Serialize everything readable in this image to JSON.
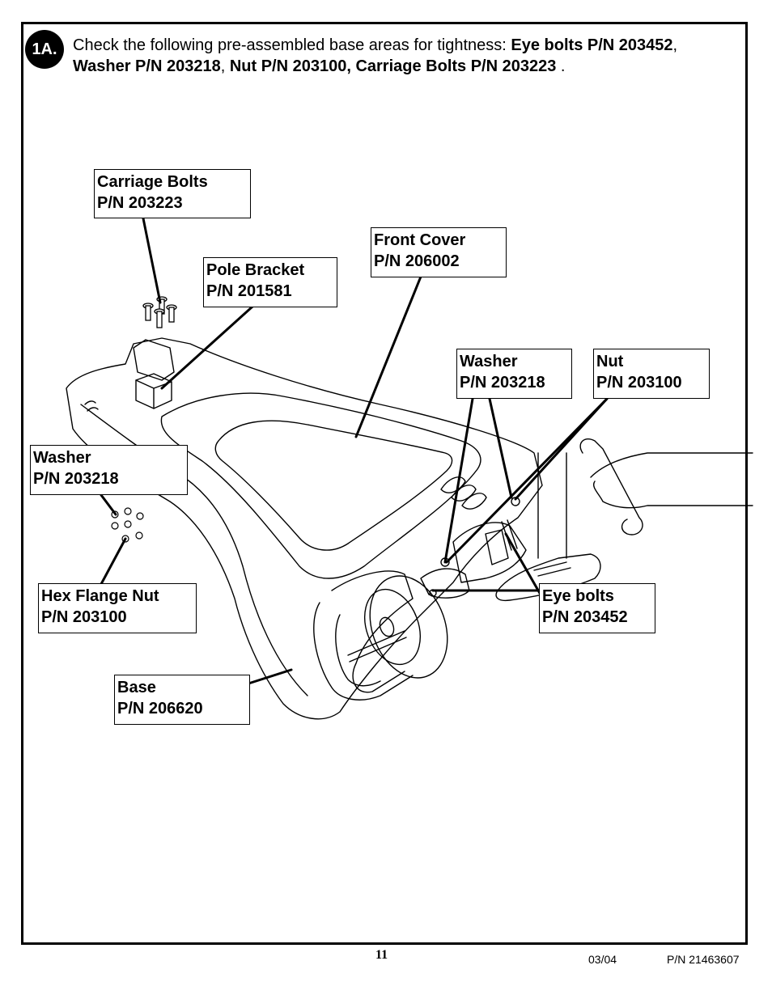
{
  "step": "1A.",
  "instruction": {
    "lead": "Check the following pre-assembled base areas for tightness: ",
    "eye_bolts": "Eye bolts P/N 203452",
    "sep1": ", ",
    "washer": "Washer P/N 203218",
    "sep2": ", ",
    "nut_bolts": "Nut P/N 203100, Carriage Bolts P/N 203223",
    "end": " ."
  },
  "callouts": {
    "carriage_bolts": {
      "name": "Carriage Bolts",
      "pn": "P/N 203223"
    },
    "pole_bracket": {
      "name": "Pole Bracket",
      "pn": "P/N 201581"
    },
    "front_cover": {
      "name": "Front Cover",
      "pn": "P/N 206002"
    },
    "washer_right": {
      "name": "Washer",
      "pn": "P/N 203218"
    },
    "nut": {
      "name": "Nut",
      "pn": "P/N 203100"
    },
    "washer_left": {
      "name": "Washer",
      "pn": "P/N 203218"
    },
    "hex_flange_nut": {
      "name": "Hex Flange Nut",
      "pn": "P/N 203100"
    },
    "eye_bolts": {
      "name": "Eye bolts",
      "pn": "P/N 203452"
    },
    "base": {
      "name": "Base",
      "pn": "P/N 206620"
    }
  },
  "footer": {
    "page_number": "11",
    "date": "03/04",
    "part_number": "P/N 21463607"
  }
}
